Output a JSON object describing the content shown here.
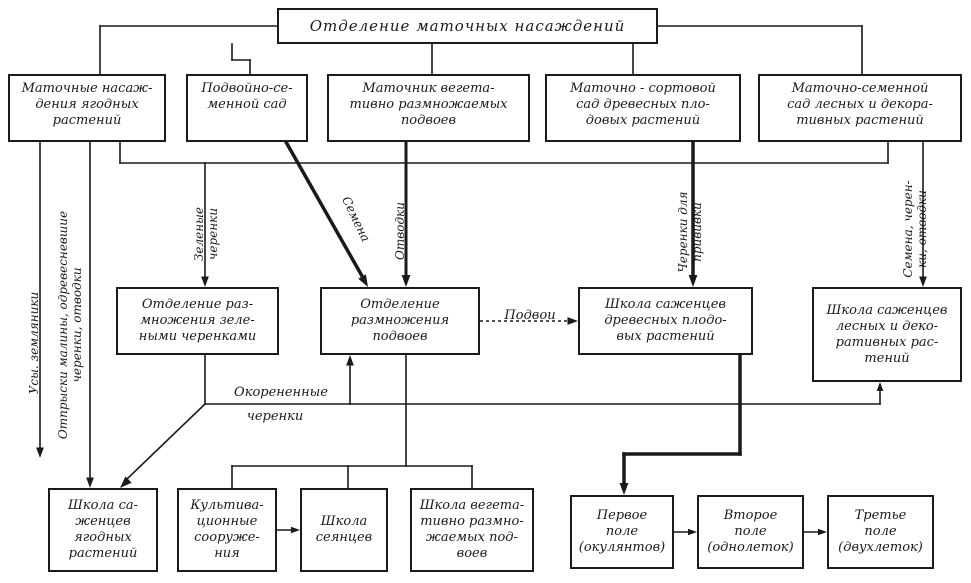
{
  "boxes": {
    "root": "Отделение маточных насаждений",
    "berry_mother": "Маточные насаж-\nдения ягодных\nрастений",
    "seed_orchard": "Подвойно-се-\nменной сад",
    "veg_mother": "Маточник вегета-\nтивно размножаемых\nподвоев",
    "variety_orchard": "Маточно - сортовой\nсад древесных пло-\nдовых растений",
    "forest_seed_orchard": "Маточно-семенной\nсад лесных и декора-\nтивных растений",
    "green_cuttings_dept": "Отделение раз-\nмножения зеле-\nными черенками",
    "rootstock_dept": "Отделение\nразмножения\nподвоев",
    "fruit_nursery": "Школа саженцев\nдревесных плодо-\nвых растений",
    "forest_nursery": "Школа саженцев\nлесных и деко-\nративных рас-\nтений",
    "berry_nursery": "Школа са-\nженцев\nягодных\nрастений",
    "cultivation_facilities": "Культива-\nционные\nсооруже-\nния",
    "seedling_school": "Школа\nсеянцев",
    "veg_rootstock_school": "Школа вегета-\nтивно размно-\nжаемых под-\nвоев",
    "first_field": "Первое\nполе\n(окулянтов)",
    "second_field": "Второе\nполе\n(однолеток)",
    "third_field": "Третье\nполе\n(двухлеток)"
  },
  "labels": {
    "green_cuttings": "Зеленые\nчеренки",
    "seeds": "Семена",
    "layers": "Отводки",
    "graft_cuttings": "Черенки для\nпрививки",
    "seeds_cuttings_layers": "Семена, черен-\nки, отводки",
    "rootstocks": "Подвои",
    "lignified_cuttings_1": "Окорененные",
    "lignified_cuttings_2": "черенки",
    "strawberry_runners": "Усы. земляники",
    "raspberry_suckers": "Отпрыски малины, одревесневшие\nчеренки, отводки"
  }
}
